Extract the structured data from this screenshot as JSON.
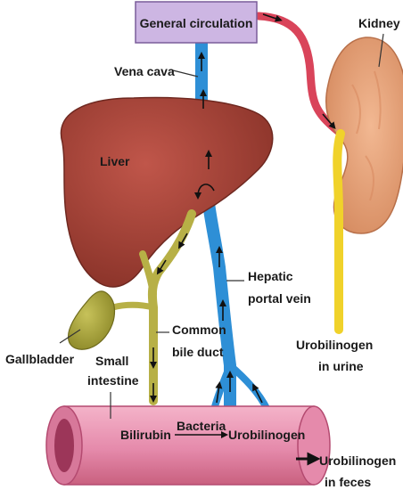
{
  "title_box": {
    "text": "General circulation",
    "fill": "#cdb6e3",
    "stroke": "#7a5d9a"
  },
  "labels": {
    "kidney": "Kidney",
    "vena_cava": "Vena cava",
    "liver": "Liver",
    "hepatic_portal_vein": [
      "Hepatic",
      "portal vein"
    ],
    "common_bile_duct": [
      "Common",
      "bile duct"
    ],
    "gallbladder": "Gallbladder",
    "small_intestine": [
      "Small",
      "intestine"
    ],
    "urobilinogen_urine": [
      "Urobilinogen",
      "in urine"
    ],
    "bilirubin": "Bilirubin",
    "bacteria": "Bacteria",
    "urobilinogen": "Urobilinogen",
    "urobilinogen_feces": [
      "Urobilinogen",
      "in feces"
    ]
  },
  "colors": {
    "liver": "#a8463a",
    "liver_dark": "#7d2d24",
    "kidney": "#e6a27a",
    "kidney_dark": "#c87a52",
    "vessel_blue": "#2e8fd6",
    "vessel_red": "#d9445a",
    "bile_green": "#b7b046",
    "gallbladder": "#a9a43a",
    "ureter_yellow": "#f0d22a",
    "intestine": "#e892b0",
    "intestine_dark": "#c2557e"
  }
}
